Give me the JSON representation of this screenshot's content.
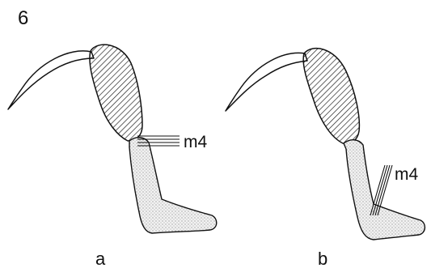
{
  "figure": {
    "number": "6",
    "panels": [
      {
        "label": "a",
        "muscle_label": "m4"
      },
      {
        "label": "b",
        "muscle_label": "m4"
      }
    ]
  },
  "colors": {
    "ink": "#111111",
    "background": "#ffffff"
  }
}
